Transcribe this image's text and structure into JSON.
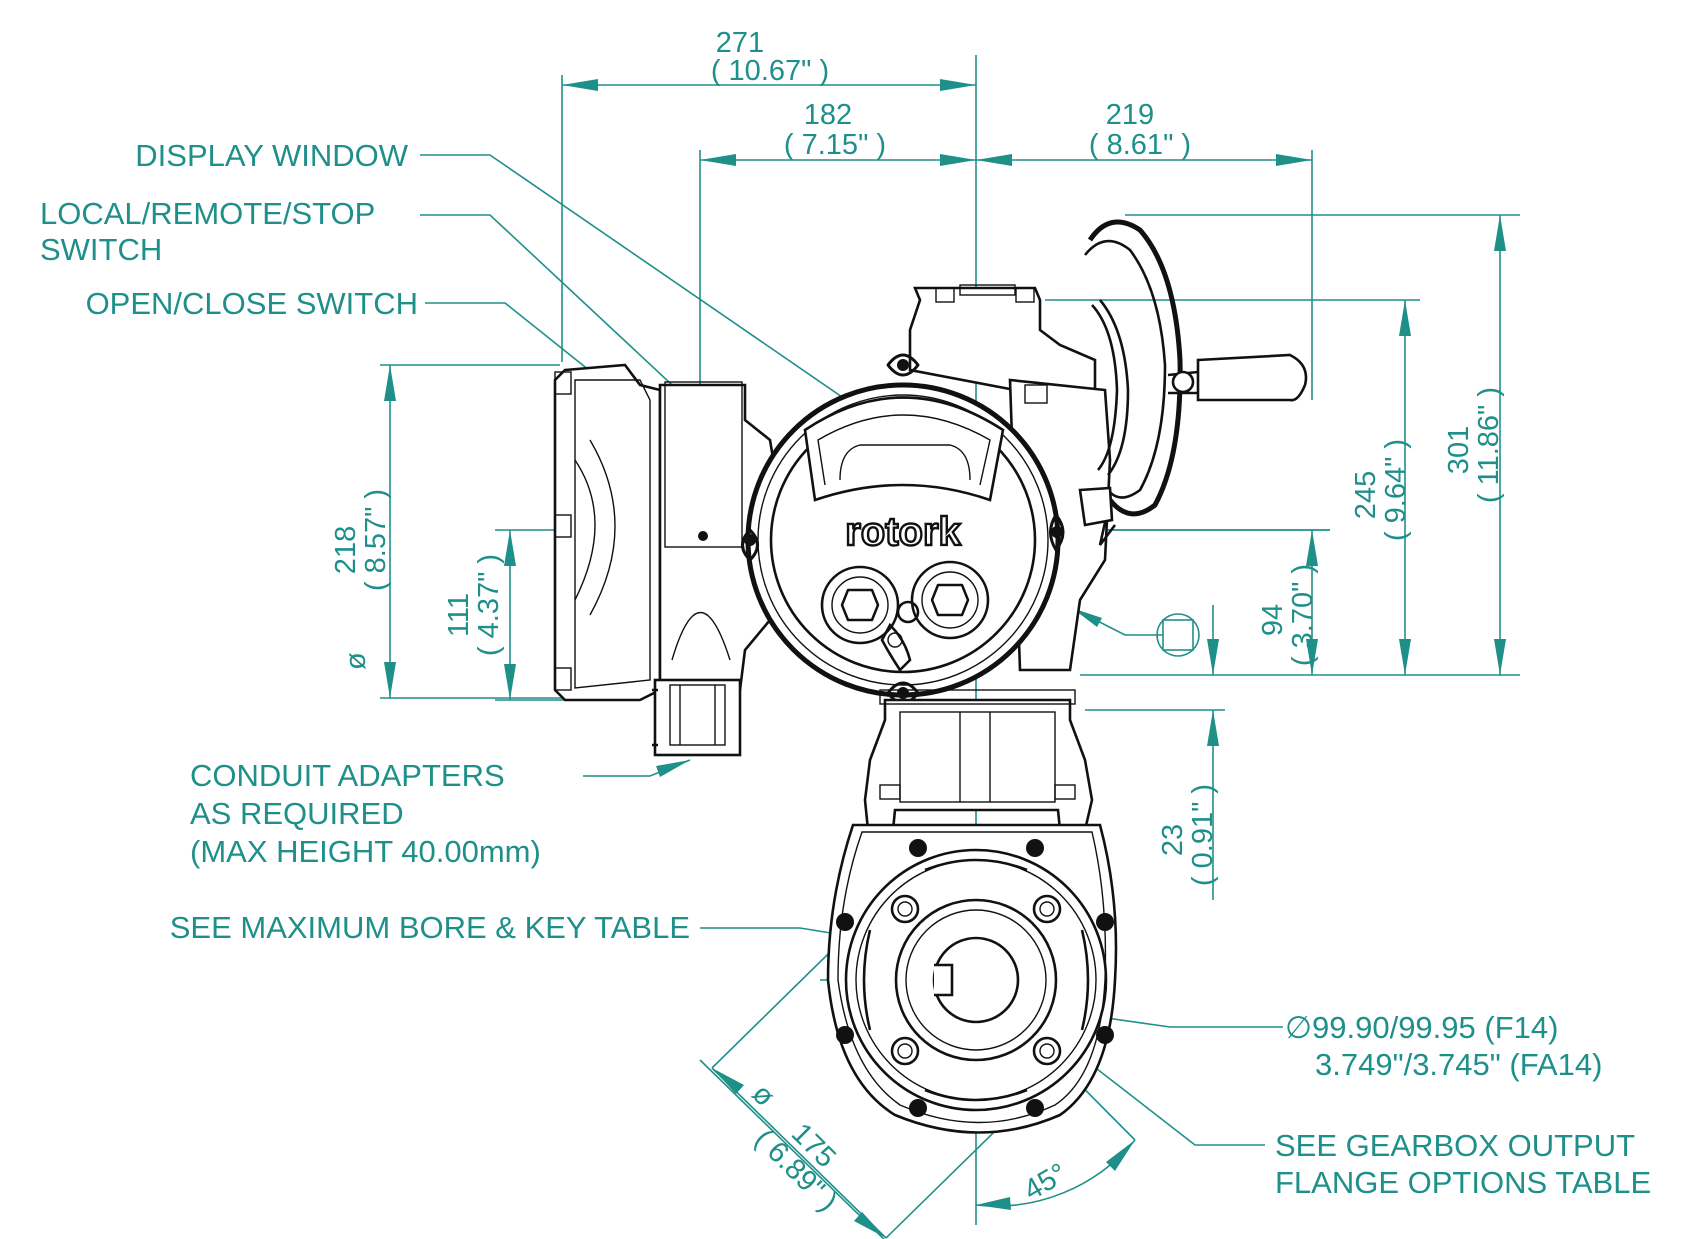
{
  "callouts": {
    "display_window": "DISPLAY WINDOW",
    "local_remote_stop_1": "LOCAL/REMOTE/STOP",
    "local_remote_stop_2": "SWITCH",
    "open_close_switch": "OPEN/CLOSE SWITCH",
    "conduit_1": "CONDUIT ADAPTERS",
    "conduit_2": "AS REQUIRED",
    "conduit_3": "(MAX HEIGHT 40.00mm)",
    "bore_key": "SEE MAXIMUM BORE & KEY TABLE",
    "diameter_1": "∅99.90/99.95 (F14)",
    "diameter_2": "3.749\"/3.745\" (FA14)",
    "gearbox_1": "SEE GEARBOX OUTPUT",
    "gearbox_2": "FLANGE OPTIONS TABLE"
  },
  "dimensions": {
    "d271": {
      "mm": "271",
      "inch": "( 10.67\" )"
    },
    "d182": {
      "mm": "182",
      "inch": "( 7.15\" )"
    },
    "d219": {
      "mm": "219",
      "inch": "( 8.61\" )"
    },
    "d218": {
      "prefix": "ø",
      "mm": "218",
      "inch": "( 8.57\" )"
    },
    "d111": {
      "mm": "111",
      "inch": "( 4.37\" )"
    },
    "d245": {
      "mm": "245",
      "inch": "( 9.64\" )"
    },
    "d301": {
      "mm": "301",
      "inch": "( 11.86\" )"
    },
    "d94": {
      "mm": "94",
      "inch": "( 3.70\" )"
    },
    "d23": {
      "mm": "23",
      "inch": "( 0.91\" )"
    },
    "d175": {
      "prefix": "ø",
      "mm": "175",
      "inch": "( 6.89\" )"
    },
    "angle": "45°"
  },
  "brand": "rotork",
  "colors": {
    "annotation": "#1f8f8a",
    "linework": "#111111"
  }
}
